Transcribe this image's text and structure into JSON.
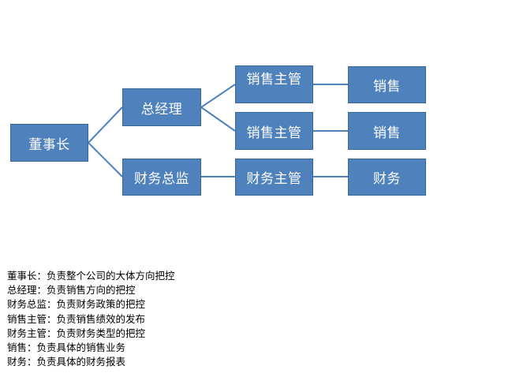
{
  "nodes": {
    "chairman": "董事长",
    "gm": "总经理",
    "cfo": "财务总监",
    "sales_manager_1": "销售主管",
    "sales_manager_2": "销售主管",
    "finance_manager": "财务主管",
    "sales_1": "销售",
    "sales_2": "销售",
    "finance": "财务"
  },
  "colors": {
    "node_fill": "#4f81bd",
    "connector": "#4f81bd",
    "node_text": "#ffffff"
  },
  "descriptions": [
    "董事长：负责整个公司的大体方向把控",
    "总经理：负责销售方向的把控",
    "财务总监：负责财务政策的把控",
    "销售主管：负责销售绩效的发布",
    "财务主管：负责财务类型的把控",
    "销售：负责具体的销售业务",
    "财务：负责具体的财务报表"
  ]
}
